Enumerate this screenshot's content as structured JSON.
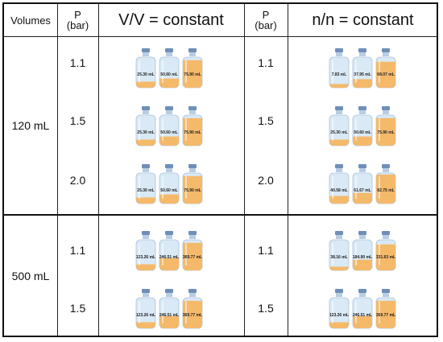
{
  "header": {
    "volumes": "Volumes",
    "p_label": "P",
    "p_unit": "(bar)",
    "vv_title": "V/V = constant",
    "nn_title": "n/n = constant"
  },
  "colors": {
    "liquid": "#f5b96a",
    "glass": "#d9e9f6",
    "cap": "#6f8fb8",
    "border": "#111111"
  },
  "groups": [
    {
      "volume": "120 mL",
      "rows": [
        {
          "pressure": "1.1",
          "vv": [
            {
              "label": "25.30 mL",
              "fill": 0.2
            },
            {
              "label": "50.60 mL",
              "fill": 0.3
            },
            {
              "label": "75.90 mL",
              "fill": 0.9
            }
          ],
          "nn": [
            {
              "label": "7.83 mL",
              "fill": 0.12
            },
            {
              "label": "37.95 mL",
              "fill": 0.28
            },
            {
              "label": "68.07 mL",
              "fill": 0.85
            }
          ]
        },
        {
          "pressure": "1.5",
          "vv": [
            {
              "label": "25.30 mL",
              "fill": 0.2
            },
            {
              "label": "50.60 mL",
              "fill": 0.3
            },
            {
              "label": "75.90 mL",
              "fill": 0.9
            }
          ],
          "nn": [
            {
              "label": "25.30 mL",
              "fill": 0.2
            },
            {
              "label": "50.60 mL",
              "fill": 0.3
            },
            {
              "label": "75.90 mL",
              "fill": 0.9
            }
          ]
        },
        {
          "pressure": "2.0",
          "vv": [
            {
              "label": "25.30 mL",
              "fill": 0.2
            },
            {
              "label": "50.60 mL",
              "fill": 0.3
            },
            {
              "label": "75.90 mL",
              "fill": 0.9
            }
          ],
          "nn": [
            {
              "label": "40.58 mL",
              "fill": 0.25
            },
            {
              "label": "61.67 mL",
              "fill": 0.35
            },
            {
              "label": "82.75 mL",
              "fill": 0.95
            }
          ]
        }
      ]
    },
    {
      "volume": "500 mL",
      "rows": [
        {
          "pressure": "1.1",
          "vv": [
            {
              "label": "123.26 mL",
              "fill": 0.2
            },
            {
              "label": "246.51 mL",
              "fill": 0.4
            },
            {
              "label": "369.77 mL",
              "fill": 0.9
            }
          ],
          "nn": [
            {
              "label": "38.16 mL",
              "fill": 0.12
            },
            {
              "label": "184.90 mL",
              "fill": 0.35
            },
            {
              "label": "331.63 mL",
              "fill": 0.85
            }
          ]
        },
        {
          "pressure": "1.5",
          "vv": [
            {
              "label": "123.26 mL",
              "fill": 0.2
            },
            {
              "label": "246.51 mL",
              "fill": 0.4
            },
            {
              "label": "369.77 mL",
              "fill": 0.9
            }
          ],
          "nn": [
            {
              "label": "123.26 mL",
              "fill": 0.2
            },
            {
              "label": "246.51 mL",
              "fill": 0.4
            },
            {
              "label": "369.77 mL",
              "fill": 0.9
            }
          ]
        }
      ]
    }
  ]
}
